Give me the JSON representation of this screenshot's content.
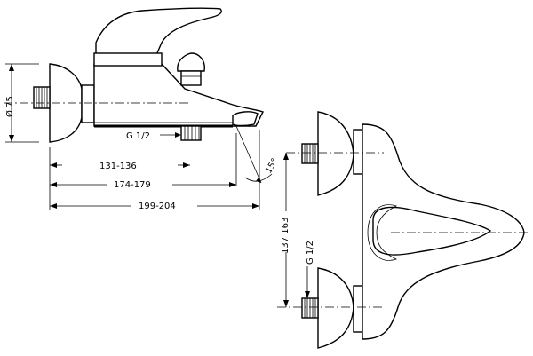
{
  "side_view": {
    "diameter_label": "Ø 75",
    "thread_label": "G 1/2",
    "dim_1": "131-136",
    "dim_2": "174-179",
    "dim_3": "199-204",
    "angle_label": "15°"
  },
  "front_view": {
    "height_dim": "137 163",
    "thread_label": "G 1/2"
  }
}
